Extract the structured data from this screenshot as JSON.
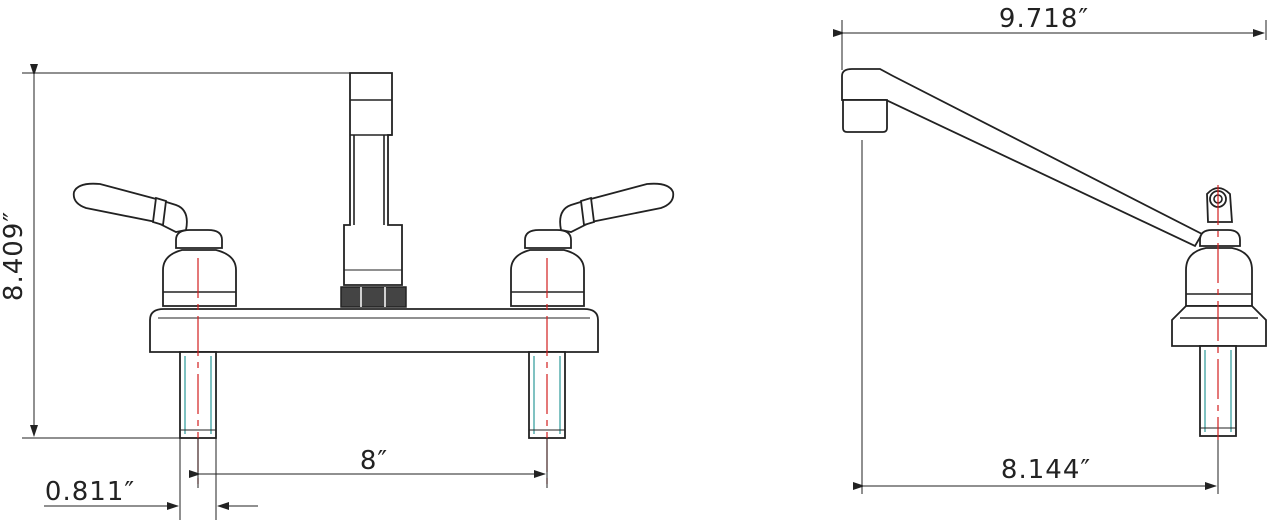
{
  "dimensions": {
    "overall_height": "8.409″",
    "shank_diameter": "0.811″",
    "center_spacing": "8″",
    "spout_length": "9.718″",
    "base_depth": "8.144″"
  },
  "colors": {
    "line": "#222222",
    "centerline": "#d21f1f",
    "shank_hatch": "#2a9a9a",
    "nozzle": "#444444"
  },
  "views": [
    "front-view",
    "side-view"
  ]
}
